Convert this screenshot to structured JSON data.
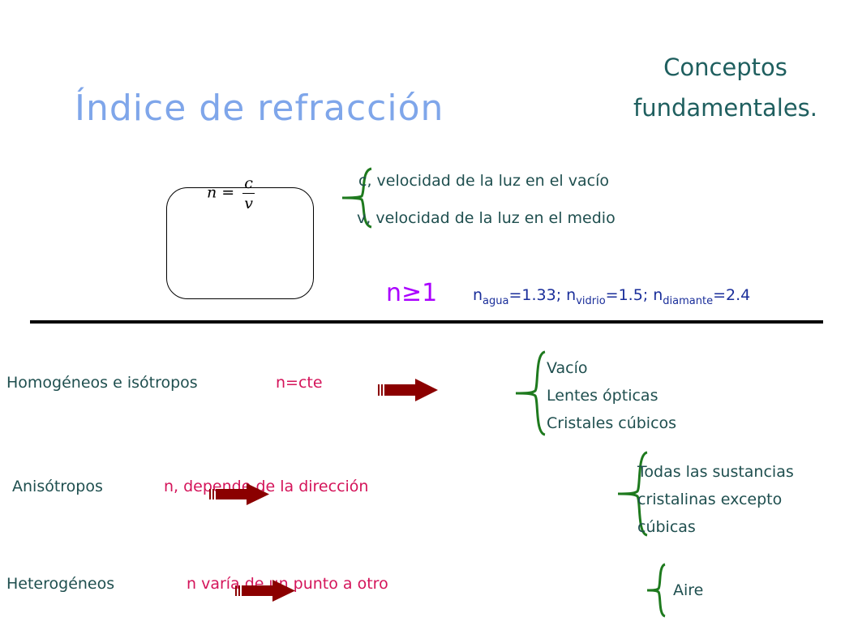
{
  "title": "Índice de refracción",
  "concepts": {
    "line1": "Conceptos",
    "line2": "fundamentales."
  },
  "formula": {
    "lhs": "n =",
    "numerator": "c",
    "denominator": "v"
  },
  "definitions": {
    "c": "c, velocidad de la luz en el vacío",
    "v": "v, velocidad de la luz en el medio"
  },
  "n_condition": "n≥1",
  "n_values": [
    {
      "base": "n",
      "sub": "agua",
      "rest": "=1.33; "
    },
    {
      "base": "n",
      "sub": "vidrio",
      "rest": "=1.5; "
    },
    {
      "base": "n",
      "sub": "diamante",
      "rest": "=2.4"
    }
  ],
  "media": {
    "homogeneous": {
      "label": "Homogéneos e isótropos",
      "property": "n=cte",
      "examples": [
        "Vacío",
        "Lentes ópticas",
        "Cristales cúbicos"
      ]
    },
    "anisotropic": {
      "label": "Anisótropos",
      "property": "n, depende de la  dirección",
      "examples": [
        "Todas las sustancias",
        "cristalinas excepto",
        "cúbicas"
      ]
    },
    "heterogeneous": {
      "label": "Heterogéneos",
      "property": "n varía de un punto a otro",
      "examples": [
        "Aire"
      ]
    }
  },
  "colors": {
    "title": "#7fa6ea",
    "text": "#1f4f4f",
    "accent_pink": "#d4145a",
    "n_condition": "#aa00ff",
    "n_values": "#1a2e9a",
    "brace": "#1e7a1e",
    "arrow": "#8b0000"
  }
}
